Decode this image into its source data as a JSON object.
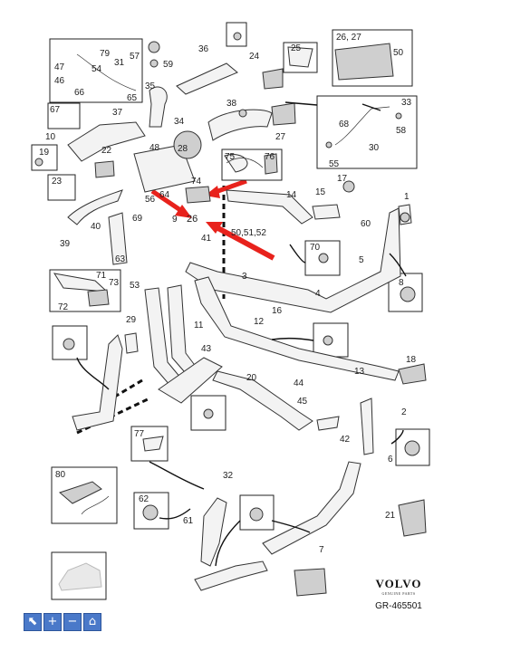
{
  "diagram": {
    "highlight_label": "26",
    "labels": [
      "1",
      "2",
      "3",
      "4",
      "5",
      "6",
      "7",
      "8",
      "9",
      "10",
      "11",
      "12",
      "13",
      "14",
      "15",
      "16",
      "17",
      "18",
      "19",
      "20",
      "21",
      "22",
      "23",
      "24",
      "25",
      "26, 27",
      "27",
      "28",
      "29",
      "30",
      "31",
      "32",
      "33",
      "34",
      "35",
      "36",
      "37",
      "38",
      "39",
      "40",
      "41",
      "42",
      "43",
      "44",
      "45",
      "46",
      "47",
      "48",
      "50",
      "50,51,52",
      "53",
      "54",
      "55",
      "56",
      "57",
      "58",
      "59",
      "60",
      "61",
      "62",
      "63",
      "64",
      "65",
      "66",
      "67",
      "68",
      "69",
      "70",
      "71",
      "72",
      "73",
      "74",
      "75",
      "76",
      "77",
      "79",
      "80"
    ]
  },
  "brand": {
    "logo": "VOLVO",
    "subtitle": "GENUINE PARTS",
    "reference": "GR-465501"
  },
  "toolbar": {
    "icons": [
      "pointer-icon",
      "zoom-in-icon",
      "zoom-out-icon",
      "home-icon"
    ],
    "symbols": [
      "⬉",
      "+",
      "−",
      "⌂"
    ]
  }
}
